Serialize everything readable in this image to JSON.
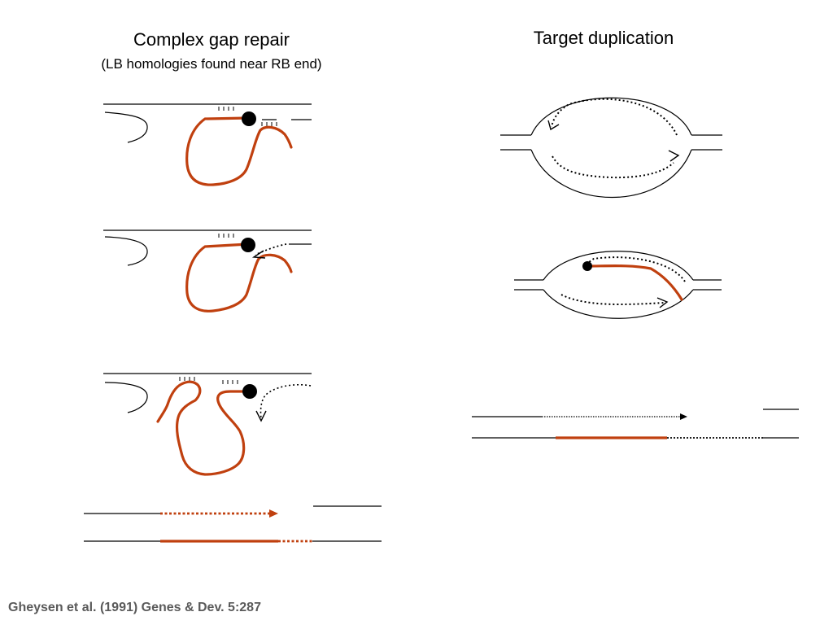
{
  "panels": {
    "left": {
      "title": "Complex gap repair",
      "subtitle": "(LB homologies found near RB end)"
    },
    "right": {
      "title": "Target duplication"
    }
  },
  "citation": "Gheysen et al. (1991) Genes & Dev. 5:287",
  "colors": {
    "tdna_strand": "#c0400f",
    "dna_line": "#000000",
    "background": "#ffffff"
  }
}
